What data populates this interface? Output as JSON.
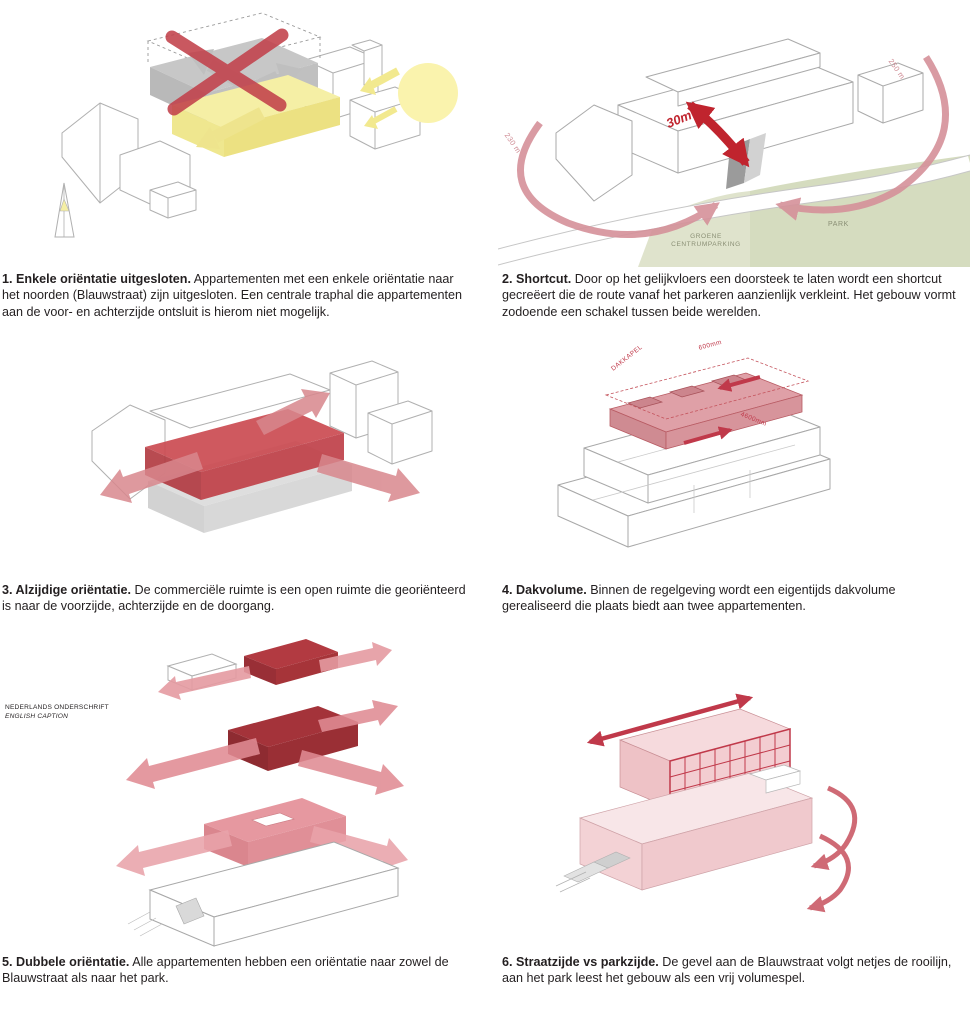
{
  "page": {
    "background": "#ffffff"
  },
  "colors": {
    "accent_red": "#c0394a",
    "bright_red": "#c0242e",
    "dark_red": "#a4333a",
    "pink": "#e08b93",
    "light_pink": "#f3cdd1",
    "yellow": "#f5efa5",
    "gray": "#c7c7c7",
    "green_park": "#d5dcbf",
    "green_parking": "#dfe3cc"
  },
  "panels": [
    {
      "title": "1. Enkele oriëntatie uitgesloten.",
      "body": "Appartementen met een enkele oriëntatie naar het noorden (Blauwstraat) zijn uitgesloten. Een centrale traphal die appartementen aan de voor- en achterzijde ontsluit is hierom niet mogelijk."
    },
    {
      "title": "2. Shortcut.",
      "body": "Door op het gelijkvloers een doorsteek te laten wordt een shortcut gecreëert die de route vanaf het parkeren aanzienlijk verkleint. Het gebouw vormt zodoende een schakel tussen beide werelden."
    },
    {
      "title": "3. Alzijdige oriëntatie.",
      "body": "De commerciële ruimte is een open ruimte die georiënteerd is naar de voorzijde, achterzijde en de doorgang."
    },
    {
      "title": "4. Dakvolume.",
      "body": "Binnen de regelgeving wordt een eigentijds dakvolume gerealiseerd die plaats biedt aan twee appartementen."
    },
    {
      "title": "5. Dubbele oriëntatie.",
      "body": "Alle appartementen hebben een oriëntatie naar zowel de Blauwstraat als naar het park."
    },
    {
      "title": "6. Straatzijde vs parkzijde.",
      "body": "De gevel aan de Blauwstraat volgt netjes de rooilijn, aan het park leest het gebouw als een vrij volumespel."
    }
  ],
  "labels": {
    "shortcut": {
      "left_distance": "230 m",
      "right_distance": "250 m",
      "shortcut_distance": "30m",
      "parking_line1": "GROENE",
      "parking_line2": "CENTRUMPARKING",
      "park": "PARK"
    },
    "dakvolume": {
      "dakkapel": "DAKKAPEL",
      "dim_top": "600mm",
      "dim_side": "4600mm"
    },
    "dubbele": {
      "note_line1": "NEDERLANDS ONDERSCHRIFT",
      "note_line2": "ENGLISH CAPTION"
    }
  }
}
